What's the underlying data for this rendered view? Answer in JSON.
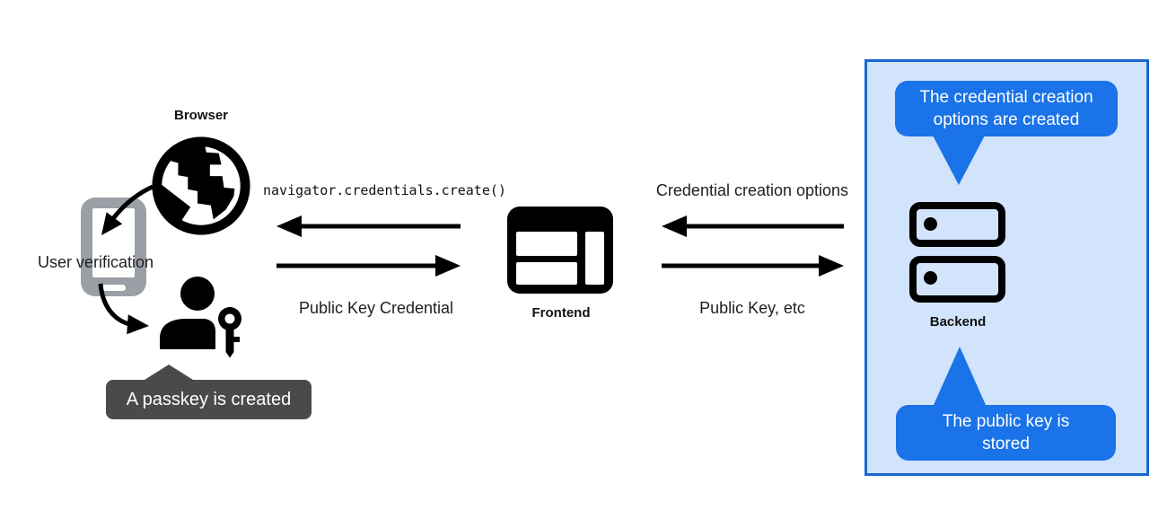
{
  "labels": {
    "browser": "Browser",
    "frontend": "Frontend",
    "backend": "Backend",
    "user_verification": "User verification"
  },
  "messages": {
    "create_call": "navigator.credentials.create()",
    "public_key_credential": "Public Key Credential",
    "credential_creation_options": "Credential creation options",
    "public_key_etc": "Public Key, etc"
  },
  "tooltips": {
    "passkey_created": "A passkey is created",
    "options_created": "The credential creation\noptions are created",
    "public_key_stored": "The public key is\nstored"
  },
  "icons": {
    "browser": "globe-icon",
    "user_verification": "smartphone-icon",
    "passkey": "user-with-key-icon",
    "frontend": "browser-window-icon",
    "backend": "server-stack-icon"
  },
  "colors": {
    "tooltip_blue": "#1a73e8",
    "panel_fill": "#d2e3fc",
    "panel_border": "#1967d2",
    "dark_tooltip": "#4a4a4a",
    "phone_gray": "#9aa0a6",
    "ink": "#000000"
  }
}
